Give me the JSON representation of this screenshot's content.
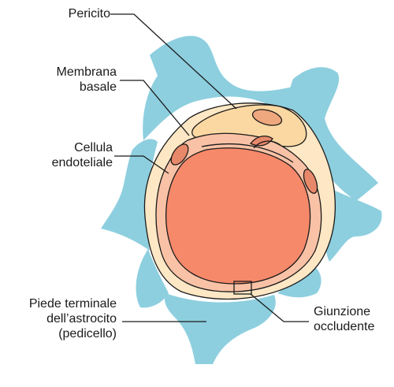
{
  "labels": {
    "pericyte": "Pericito",
    "basement_membrane": [
      "Membrana",
      "basale"
    ],
    "endothelial_cell": [
      "Cellula",
      "endoteliale"
    ],
    "astrocyte_endfoot": [
      "Piede terminale",
      "dell’astrocito",
      "(pedicello)"
    ],
    "tight_junction": [
      "Giunzione",
      "occludente"
    ]
  },
  "colors": {
    "astrocyte": "#8dcfdf",
    "pericyte": "#fbd8a2",
    "pericyte_nucleus": "#efa77e",
    "basement_membrane": "#fde7c4",
    "endothelial": "#f9c2a6",
    "endothelial_nucleus": "#e8886a",
    "lumen": "#f6896a",
    "outline": "#1a1a1a"
  }
}
